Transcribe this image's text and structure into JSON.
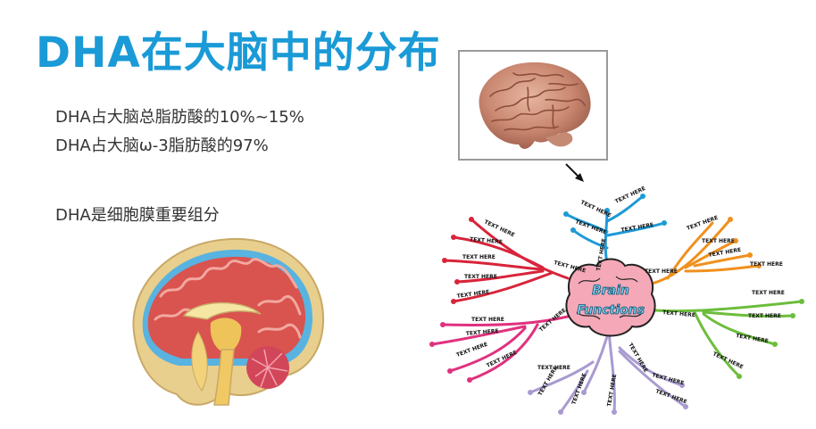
{
  "title": "DHA在大脑中的分布",
  "facts": {
    "line1": "DHA占大脑总脂肪酸的10%~15%",
    "line2": "DHA占大脑ω-3脂肪酸的97%",
    "line3": "DHA是细胞膜重要组分"
  },
  "mindmap": {
    "center_line1": "Brain",
    "center_line2": "Functions",
    "branch_label": "TEXT HERE",
    "branch_colors": {
      "blue": "#1e9ad6",
      "orange": "#f0901e",
      "green": "#6cbd3c",
      "lavender": "#a99ad0",
      "magenta": "#e0317e",
      "red": "#d8243a"
    }
  },
  "colors": {
    "title": "#1a9ad6",
    "text": "#333333"
  },
  "icons": {
    "photo": "brain-photo",
    "cross_section": "brain-cross-section",
    "arrow": "pointer-arrow-icon"
  }
}
